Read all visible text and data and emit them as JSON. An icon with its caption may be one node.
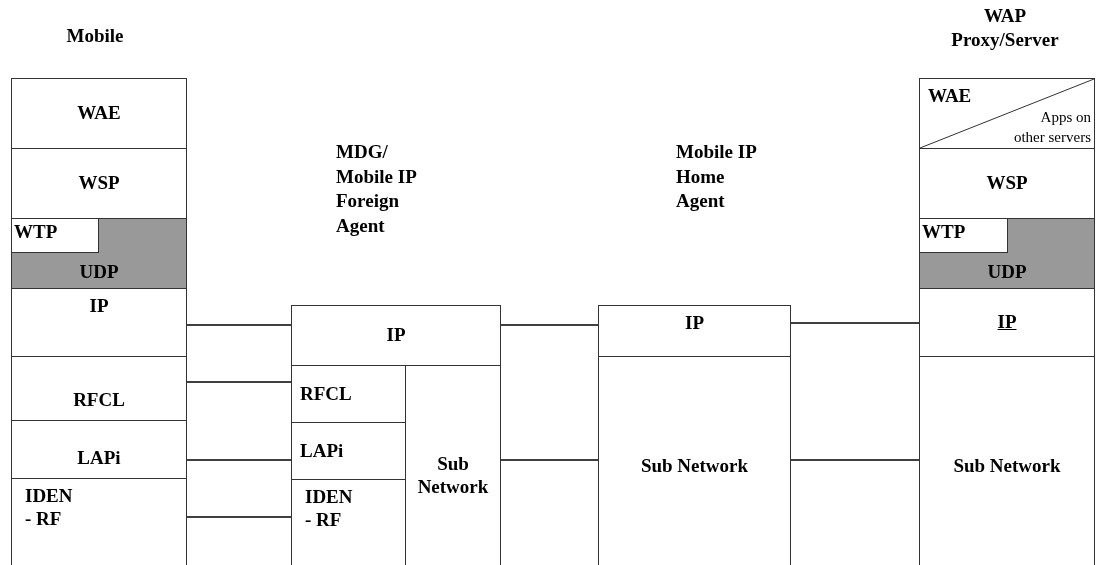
{
  "diagram": {
    "nodes": [
      {
        "text": [
          "WAE"
        ]
      },
      {
        "text": [
          "WSP"
        ]
      },
      {
        "text": [
          "UDP"
        ]
      },
      {
        "text": [
          "WTP"
        ],
        "in": 2
      },
      {
        "text": [
          "IP"
        ]
      },
      {
        "text": [
          "RFCL"
        ]
      },
      {
        "text": [
          "LAPi"
        ]
      },
      {
        "text": [
          "IDEN - RF"
        ]
      },
      {
        "text": [
          "IP"
        ]
      },
      {
        "text": [
          "RFCL"
        ]
      },
      {
        "text": [
          "LAPi"
        ]
      },
      {
        "text": [
          "IDEN - RF"
        ]
      },
      {
        "text": [
          "Sub Network"
        ]
      },
      {
        "text": [
          "IP"
        ]
      },
      {
        "text": [
          "Sub Network"
        ]
      },
      {
        "text": [
          "WAE",
          "Apps on other servers"
        ]
      },
      {
        "text": [
          "WSP"
        ]
      },
      {
        "text": [
          "UDP"
        ]
      },
      {
        "text": [
          "WTP"
        ],
        "in": 17
      },
      {
        "text": [
          "IP"
        ]
      },
      {
        "text": [
          "Sub Network"
        ]
      }
    ],
    "edges": [
      {
        "from": 4,
        "to": 8,
        "arrow": "none"
      },
      {
        "from": 5,
        "to": 9,
        "arrow": "none"
      },
      {
        "from": 6,
        "to": 10,
        "arrow": "none"
      },
      {
        "from": 7,
        "to": 11,
        "arrow": "none"
      },
      {
        "from": 8,
        "to": 13,
        "arrow": "none"
      },
      {
        "from": 12,
        "to": 14,
        "arrow": "none"
      },
      {
        "from": 13,
        "to": 19,
        "arrow": "none"
      },
      {
        "from": 14,
        "to": 20,
        "arrow": "none"
      }
    ],
    "labels": [
      "Mobile",
      "WAP Proxy/Server",
      "MDG/ Mobile IP Foreign Agent",
      "Mobile IP Home Agent"
    ]
  }
}
